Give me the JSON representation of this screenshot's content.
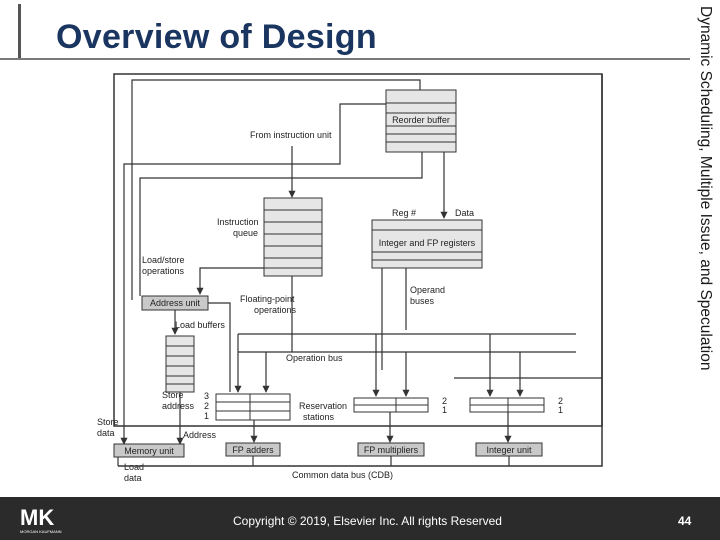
{
  "slide": {
    "title": "Overview of Design",
    "side_title": "Dynamic Scheduling, Multiple Issue, and Speculation",
    "copyright": "Copyright © 2019, Elsevier Inc. All rights Reserved",
    "page_number": "44"
  },
  "logo": {
    "letters": "MK",
    "subtitle": "MORGAN KAUFMANN"
  },
  "diagram": {
    "reorder_buffer": "Reorder buffer",
    "from_instruction_unit": "From instruction unit",
    "reg_num": "Reg #",
    "data": "Data",
    "integer_fp_registers": "Integer and FP registers",
    "instruction_queue_1": "Instruction",
    "instruction_queue_2": "queue",
    "load_store_ops_1": "Load/store",
    "load_store_ops_2": "operations",
    "address_unit": "Address unit",
    "fp_ops_1": "Floating-point",
    "fp_ops_2": "operations",
    "load_buffers": "Load buffers",
    "operand_buses_1": "Operand",
    "operand_buses_2": "buses",
    "operation_bus": "Operation bus",
    "store_address_1": "Store",
    "store_address_2": "address",
    "store_data_1": "Store",
    "store_data_2": "data",
    "address": "Address",
    "rs_left_3": "3",
    "rs_left_2": "2",
    "rs_left_1": "1",
    "rs_mid_2": "2",
    "rs_mid_1": "1",
    "rs_right_2": "2",
    "rs_right_1": "1",
    "reservation_stations_1": "Reservation",
    "reservation_stations_2": "stations",
    "memory_unit": "Memory unit",
    "fp_adders": "FP adders",
    "fp_multipliers": "FP multipliers",
    "integer_unit": "Integer unit",
    "load_data_1": "Load",
    "load_data_2": "data",
    "cdb": "Common data bus (CDB)"
  }
}
